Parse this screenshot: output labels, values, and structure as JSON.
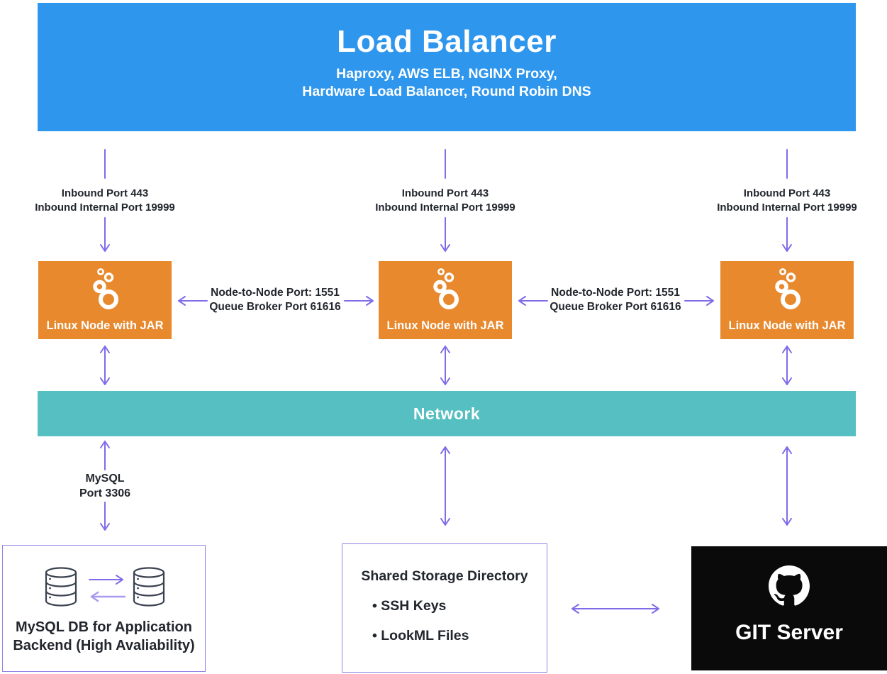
{
  "colors": {
    "blue": "#2E96ED",
    "orange": "#E8892E",
    "teal": "#55BFC1",
    "arrow": "#7E6CE9",
    "arrow-light": "#A79BF2",
    "border": "#9183E4",
    "text": "#22262D"
  },
  "load_balancer": {
    "title": "Load Balancer",
    "subtitle1": "Haproxy, AWS ELB, NGINX Proxy,",
    "subtitle2": "Hardware Load Balancer, Round Robin DNS"
  },
  "columns": [
    {
      "inbound1": "Inbound Port 443",
      "inbound2": "Inbound Internal Port 19999",
      "node_label": "Linux Node with JAR"
    },
    {
      "inbound1": "Inbound Port 443",
      "inbound2": "Inbound Internal Port 19999",
      "node_label": "Linux Node with JAR"
    },
    {
      "inbound1": "Inbound Port 443",
      "inbound2": "Inbound Internal Port 19999",
      "node_label": "Linux Node with JAR"
    }
  ],
  "node_links": [
    {
      "line1": "Node-to-Node Port: 1551",
      "line2": "Queue Broker Port 61616"
    },
    {
      "line1": "Node-to-Node Port: 1551",
      "line2": "Queue Broker Port 61616"
    }
  ],
  "network": {
    "label": "Network"
  },
  "mysql_link": {
    "line1": "MySQL",
    "line2": "Port 3306"
  },
  "mysql_box": {
    "line1": "MySQL DB for Application",
    "line2": "Backend (High Avaliability)"
  },
  "storage_box": {
    "title": "Shared Storage Directory",
    "items": [
      "SSH Keys",
      "LookML Files"
    ]
  },
  "git_box": {
    "label": "GIT Server"
  }
}
